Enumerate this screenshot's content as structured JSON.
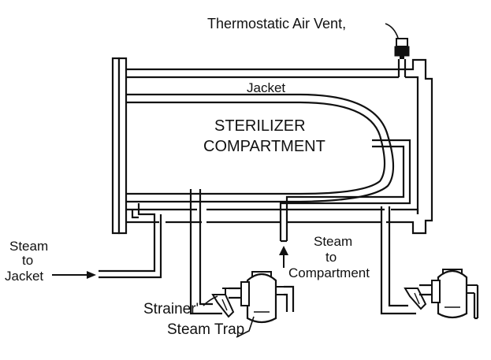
{
  "labels": {
    "thermostatic_air_vent": "Thermostatic Air Vent,",
    "jacket": "Jacket",
    "sterilizer_line1": "STERILIZER",
    "sterilizer_line2": "COMPARTMENT",
    "steam_to_jacket_line1": "Steam",
    "steam_to_jacket_line2": "to",
    "steam_to_jacket_line3": "Jacket",
    "steam_to_compartment_line1": "Steam",
    "steam_to_compartment_line2": "to",
    "steam_to_compartment_line3": "Compartment",
    "strainer": "Strainer'",
    "steam_trap": "Steam Trap"
  }
}
